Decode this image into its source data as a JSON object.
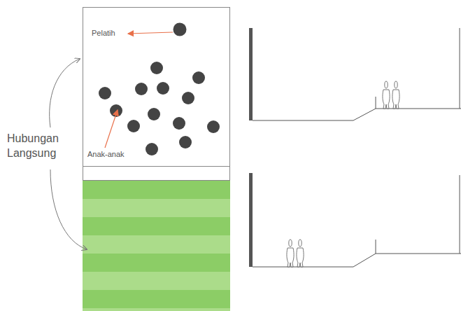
{
  "diagram": {
    "labels": [
      "Pelatih",
      "Anak-anak",
      "Hubungan Langsung"
    ]
  }
}
